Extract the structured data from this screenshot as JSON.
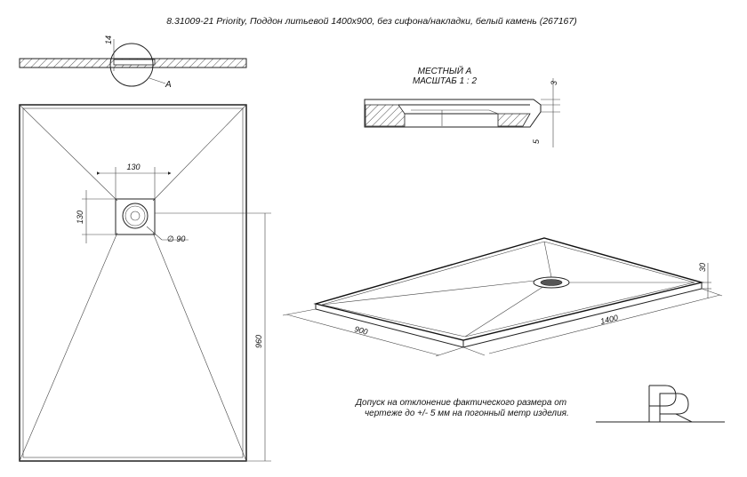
{
  "title": "8.31009-21 Priority, Поддон литьевой 1400х900, без сифона/накладки, белый камень (267167)",
  "side_view": {
    "thickness_label": "14",
    "callout_label": "A"
  },
  "detail_view": {
    "title_line1": "МЕСТНЫЙ А",
    "title_line2": "МАСШТАБ 1 : 2",
    "dim_top": "3",
    "dim_bottom": "5"
  },
  "plan_view": {
    "drain_width": "130",
    "drain_height": "130",
    "drain_diameter": "∅ 90",
    "length": "960"
  },
  "iso_view": {
    "width": "900",
    "length": "1400",
    "height": "30"
  },
  "note": {
    "line1": "Допуск на отклонение фактического размера от",
    "line2": "чертеже до +/- 5 мм на погонный метр изделия."
  },
  "logo": {
    "text": "PR"
  }
}
